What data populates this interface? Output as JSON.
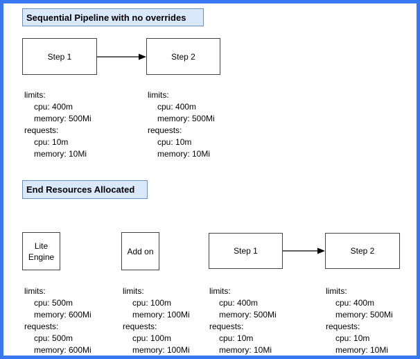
{
  "colors": {
    "frame_border": "#3878f0",
    "label_fill": "#dae8fc",
    "label_stroke": "#6c8ebf",
    "node_stroke": "#424242",
    "text": "#000000"
  },
  "sections": [
    {
      "title": "Sequential Pipeline with no overrides",
      "nodes": [
        {
          "label": "Step 1"
        },
        {
          "label": "Step 2"
        }
      ],
      "resources": [
        {
          "lines": [
            "limits:",
            "cpu: 400m",
            "memory: 500Mi",
            "requests:",
            "cpu: 10m",
            "memory: 10Mi"
          ]
        },
        {
          "lines": [
            "limits:",
            "cpu: 400m",
            "memory: 500Mi",
            "requests:",
            "cpu: 10m",
            "memory: 10Mi"
          ]
        }
      ]
    },
    {
      "title": "End Resources Allocated",
      "nodes": [
        {
          "label": "Lite Engine"
        },
        {
          "label": "Add on"
        },
        {
          "label": "Step 1"
        },
        {
          "label": "Step 2"
        }
      ],
      "resources": [
        {
          "lines": [
            "limits:",
            "cpu: 500m",
            "memory: 600Mi",
            "requests:",
            "cpu: 500m",
            "memory: 600Mi"
          ]
        },
        {
          "lines": [
            "limits:",
            "cpu: 100m",
            "memory: 100Mi",
            "requests:",
            "cpu: 100m",
            "memory: 100Mi"
          ]
        },
        {
          "lines": [
            "limits:",
            "cpu: 400m",
            "memory: 500Mi",
            "requests:",
            "cpu: 10m",
            "memory: 10Mi"
          ]
        },
        {
          "lines": [
            "limits:",
            "cpu: 400m",
            "memory: 500Mi",
            "requests:",
            "cpu: 10m",
            "memory: 10Mi"
          ]
        }
      ]
    }
  ]
}
